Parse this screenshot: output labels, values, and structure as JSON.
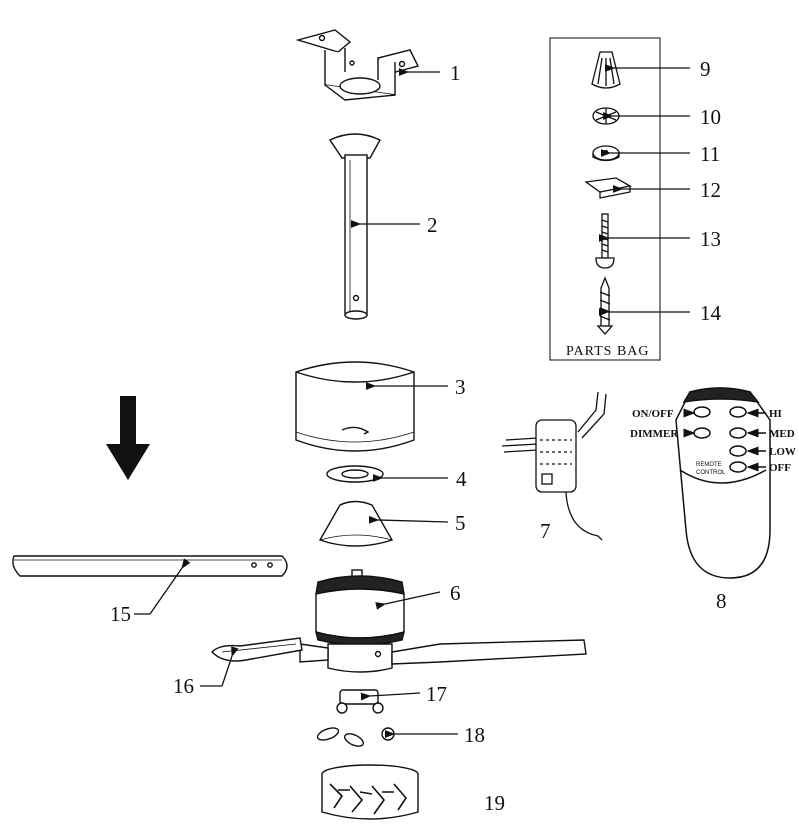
{
  "parts": {
    "p1": "1",
    "p2": "2",
    "p3": "3",
    "p4": "4",
    "p5": "5",
    "p6": "6",
    "p7": "7",
    "p8": "8",
    "p9": "9",
    "p10": "10",
    "p11": "11",
    "p12": "12",
    "p13": "13",
    "p14": "14",
    "p15": "15",
    "p16": "16",
    "p17": "17",
    "p18": "18",
    "p19": "19"
  },
  "parts_bag": {
    "label": "PARTS BAG"
  },
  "remote": {
    "on_off": "ON/OFF",
    "dimmer": "DIMMER",
    "hi": "HI",
    "med": "MED",
    "low": "LOW",
    "off": "OFF",
    "remote_line1": "REMOTE",
    "remote_line2": "CONTROL"
  }
}
